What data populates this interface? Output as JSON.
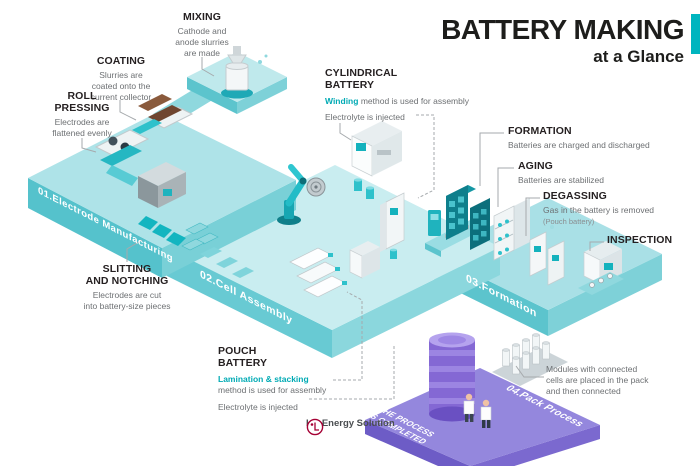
{
  "header": {
    "title": "BATTERY MAKING",
    "subtitle": "at a Glance"
  },
  "stages": {
    "electrode": "01.Electrode Manufacturing",
    "cell": "02.Cell Assembly",
    "formation": "03.Formation",
    "pack": "04.Pack Process"
  },
  "steps": {
    "mixing": {
      "title": "MIXING",
      "desc": "Cathode and\nanode slurries\nare made"
    },
    "coating": {
      "title": "COATING",
      "desc": "Slurries are\ncoated onto the\ncurrent collector"
    },
    "roll_pressing": {
      "title": "ROLL\nPRESSING",
      "desc": "Electrodes are\nflattened evenly"
    },
    "slitting": {
      "title": "SLITTING\nAND NOTCHING",
      "desc": "Electrodes are cut\ninto battery-size pieces"
    },
    "cylindrical": {
      "title": "CYLINDRICAL\nBATTERY",
      "highlight": "Winding",
      "method": " method is used for assembly",
      "electrolyte": "Electrolyte is injected"
    },
    "pouch": {
      "title": "POUCH\nBATTERY",
      "highlight": "Lamination & stacking",
      "method": "method is used for assembly",
      "electrolyte": "Electrolyte is injected"
    },
    "formation": {
      "title": "FORMATION",
      "desc": "Batteries are charged and discharged"
    },
    "aging": {
      "title": "AGING",
      "desc": "Batteries are stabilized"
    },
    "degassing": {
      "title": "DEGASSING",
      "desc": "Gas in the battery is removed",
      "note": "(Pouch battery)"
    },
    "inspection": {
      "title": "INSPECTION"
    },
    "pack_caption": "Modules with connected\ncells are placed in the pack\nand then connected"
  },
  "completed": "THE PROCESS\nIS COMPLETED",
  "footer": {
    "brand": "LG Energy Solution"
  },
  "colors": {
    "teal": "#00b5bf",
    "purple": "#9487dd",
    "ink": "#1d1d1b",
    "gray": "#6d7073"
  }
}
